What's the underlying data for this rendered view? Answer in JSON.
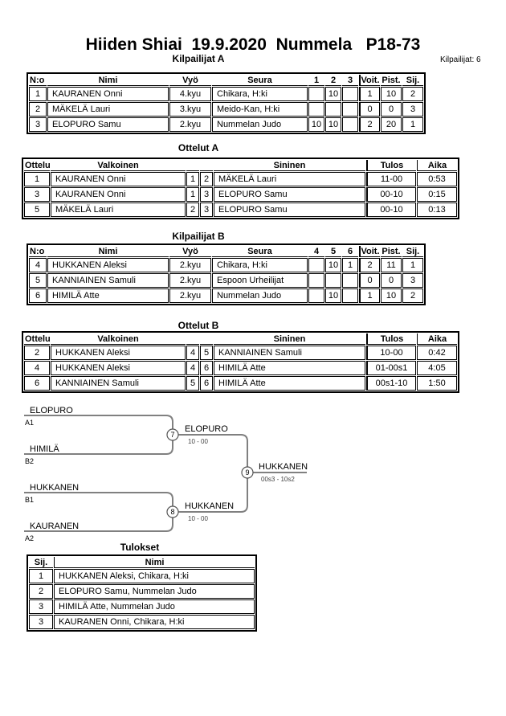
{
  "page": {
    "title": "Hiiden Shiai  19.9.2020  Nummela   P18-73",
    "competitor_count": "Kilpailijat: 6"
  },
  "kilpailijat_a": {
    "heading": "Kilpailijat A",
    "headers": [
      "N:o",
      "Nimi",
      "Vyö",
      "Seura",
      "1",
      "2",
      "3",
      "Voit.",
      "Pist.",
      "Sij."
    ],
    "rows": [
      [
        "1",
        "KAURANEN Onni",
        "4.kyu",
        "Chikara, H:ki",
        "",
        "10",
        "",
        "1",
        "10",
        "2"
      ],
      [
        "2",
        "MÄKELÄ Lauri",
        "3.kyu",
        "Meido-Kan, H:ki",
        "",
        "",
        "",
        "0",
        "0",
        "3"
      ],
      [
        "3",
        "ELOPURO Samu",
        "2.kyu",
        "Nummelan Judo",
        "10",
        "10",
        "",
        "2",
        "20",
        "1"
      ]
    ]
  },
  "ottelut_a": {
    "heading": "Ottelut A",
    "headers": [
      "Ottelu",
      "Valkoinen",
      "",
      "",
      "Sininen",
      "Tulos",
      "Aika"
    ],
    "rows": [
      [
        "1",
        "KAURANEN Onni",
        "1",
        "2",
        "MÄKELÄ Lauri",
        "11-00",
        "0:53"
      ],
      [
        "3",
        "KAURANEN Onni",
        "1",
        "3",
        "ELOPURO Samu",
        "00-10",
        "0:15"
      ],
      [
        "5",
        "MÄKELÄ Lauri",
        "2",
        "3",
        "ELOPURO Samu",
        "00-10",
        "0:13"
      ]
    ]
  },
  "kilpailijat_b": {
    "heading": "Kilpailijat B",
    "headers": [
      "N:o",
      "Nimi",
      "Vyö",
      "Seura",
      "4",
      "5",
      "6",
      "Voit.",
      "Pist.",
      "Sij."
    ],
    "rows": [
      [
        "4",
        "HUKKANEN Aleksi",
        "2.kyu",
        "Chikara, H:ki",
        "",
        "10",
        "1",
        "2",
        "11",
        "1"
      ],
      [
        "5",
        "KANNIAINEN Samuli",
        "2.kyu",
        "Espoon Urheilijat",
        "",
        "",
        "",
        "0",
        "0",
        "3"
      ],
      [
        "6",
        "HIMILÄ Atte",
        "2.kyu",
        "Nummelan Judo",
        "",
        "10",
        "",
        "1",
        "10",
        "2"
      ]
    ]
  },
  "ottelut_b": {
    "heading": "Ottelut B",
    "headers": [
      "Ottelu",
      "Valkoinen",
      "",
      "",
      "Sininen",
      "Tulos",
      "Aika"
    ],
    "rows": [
      [
        "2",
        "HUKKANEN Aleksi",
        "4",
        "5",
        "KANNIAINEN Samuli",
        "10-00",
        "0:42"
      ],
      [
        "4",
        "HUKKANEN Aleksi",
        "4",
        "6",
        "HIMILÄ Atte",
        "01-00s1",
        "4:05"
      ],
      [
        "6",
        "KANNIAINEN Samuli",
        "5",
        "6",
        "HIMILÄ Atte",
        "00s1-10",
        "1:50"
      ]
    ]
  },
  "bracket": {
    "slot_a1": {
      "name": "ELOPURO",
      "seed": "A1"
    },
    "slot_b2": {
      "name": "HIMILÄ",
      "seed": "B2"
    },
    "slot_b1": {
      "name": "HUKKANEN",
      "seed": "B1"
    },
    "slot_a2": {
      "name": "KAURANEN",
      "seed": "A2"
    },
    "match7": {
      "no": "7",
      "winner": "ELOPURO",
      "score": "10 - 00"
    },
    "match8": {
      "no": "8",
      "winner": "HUKKANEN",
      "score": "10 - 00"
    },
    "match9": {
      "no": "9",
      "winner": "HUKKANEN",
      "score": "00s3 - 10s2"
    }
  },
  "tulokset": {
    "heading": "Tulokset",
    "headers": [
      "Sij.",
      "Nimi"
    ],
    "rows": [
      [
        "1",
        "HUKKANEN Aleksi, Chikara, H:ki"
      ],
      [
        "2",
        "ELOPURO Samu, Nummelan Judo"
      ],
      [
        "3",
        "HIMILÄ Atte, Nummelan Judo"
      ],
      [
        "3",
        "KAURANEN Onni, Chikara, H:ki"
      ]
    ]
  },
  "colors": {
    "bracket_line": "#808080",
    "text": "#000000",
    "background": "#ffffff"
  }
}
